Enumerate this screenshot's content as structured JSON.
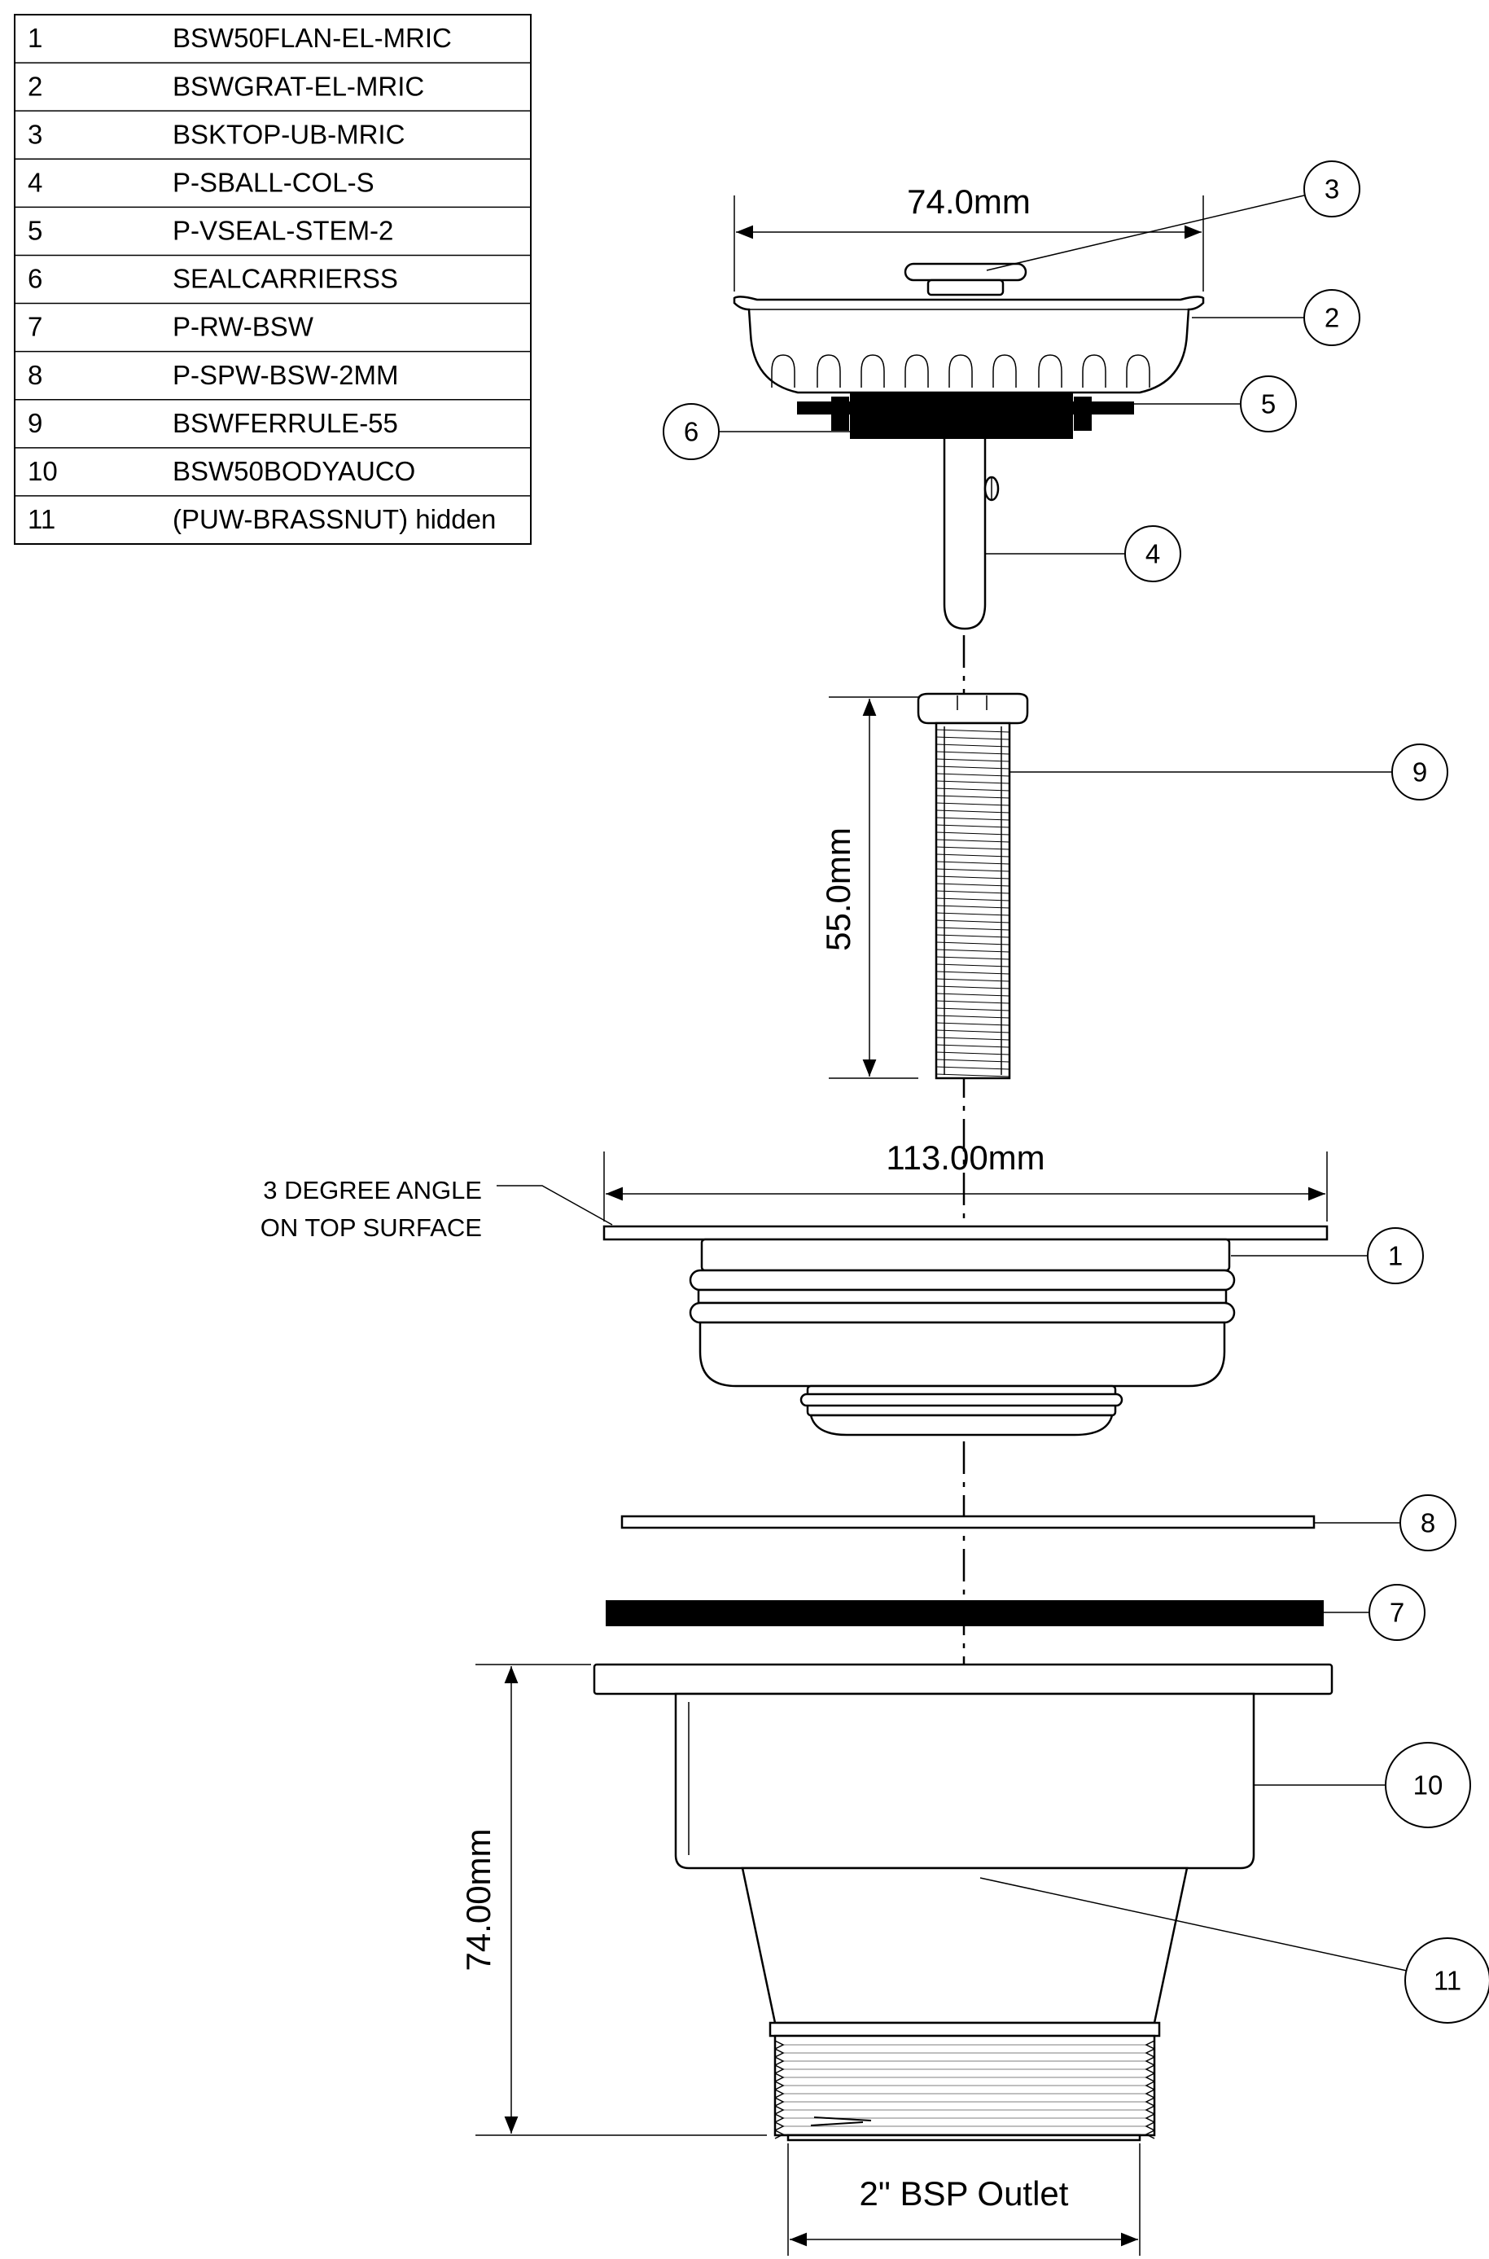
{
  "bom": [
    {
      "item": "1",
      "part": "BSW50FLAN-EL-MRIC"
    },
    {
      "item": "2",
      "part": "BSWGRAT-EL-MRIC"
    },
    {
      "item": "3",
      "part": "BSKTOP-UB-MRIC"
    },
    {
      "item": "4",
      "part": "P-SBALL-COL-S"
    },
    {
      "item": "5",
      "part": "P-VSEAL-STEM-2"
    },
    {
      "item": "6",
      "part": "SEALCARRIERSS"
    },
    {
      "item": "7",
      "part": "P-RW-BSW"
    },
    {
      "item": "8",
      "part": "P-SPW-BSW-2MM"
    },
    {
      "item": "9",
      "part": "BSWFERRULE-55"
    },
    {
      "item": "10",
      "part": "BSW50BODYAUCO"
    },
    {
      "item": "11",
      "part": "(PUW-BRASSNUT) hidden"
    }
  ],
  "dimensions": {
    "basket_width": "74.0mm",
    "ferrule_length": "55.0mm",
    "flange_width": "113.00mm",
    "body_height": "74.00mm",
    "outlet": "2\" BSP Outlet"
  },
  "notes": {
    "angle_line1": "3 DEGREE ANGLE",
    "angle_line2": "ON TOP SURFACE"
  },
  "balloons": [
    "1",
    "2",
    "3",
    "4",
    "5",
    "6",
    "7",
    "8",
    "9",
    "10",
    "11"
  ]
}
